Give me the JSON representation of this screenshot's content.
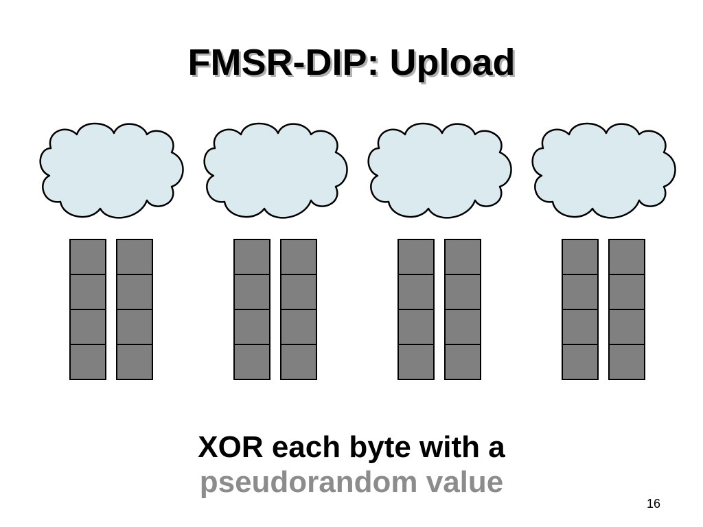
{
  "slide": {
    "title": "FMSR-DIP: Upload",
    "caption_line1": "XOR each byte with a",
    "caption_line2": "pseudorandom value",
    "page_number": "16"
  },
  "diagram": {
    "node_count": 4,
    "columns_per_node": 2,
    "blocks_per_column": 4,
    "colors": {
      "cloud_fill": "#dbeaee",
      "cloud_stroke": "#000000",
      "block_fill": "#808080",
      "block_stroke": "#000000"
    }
  }
}
